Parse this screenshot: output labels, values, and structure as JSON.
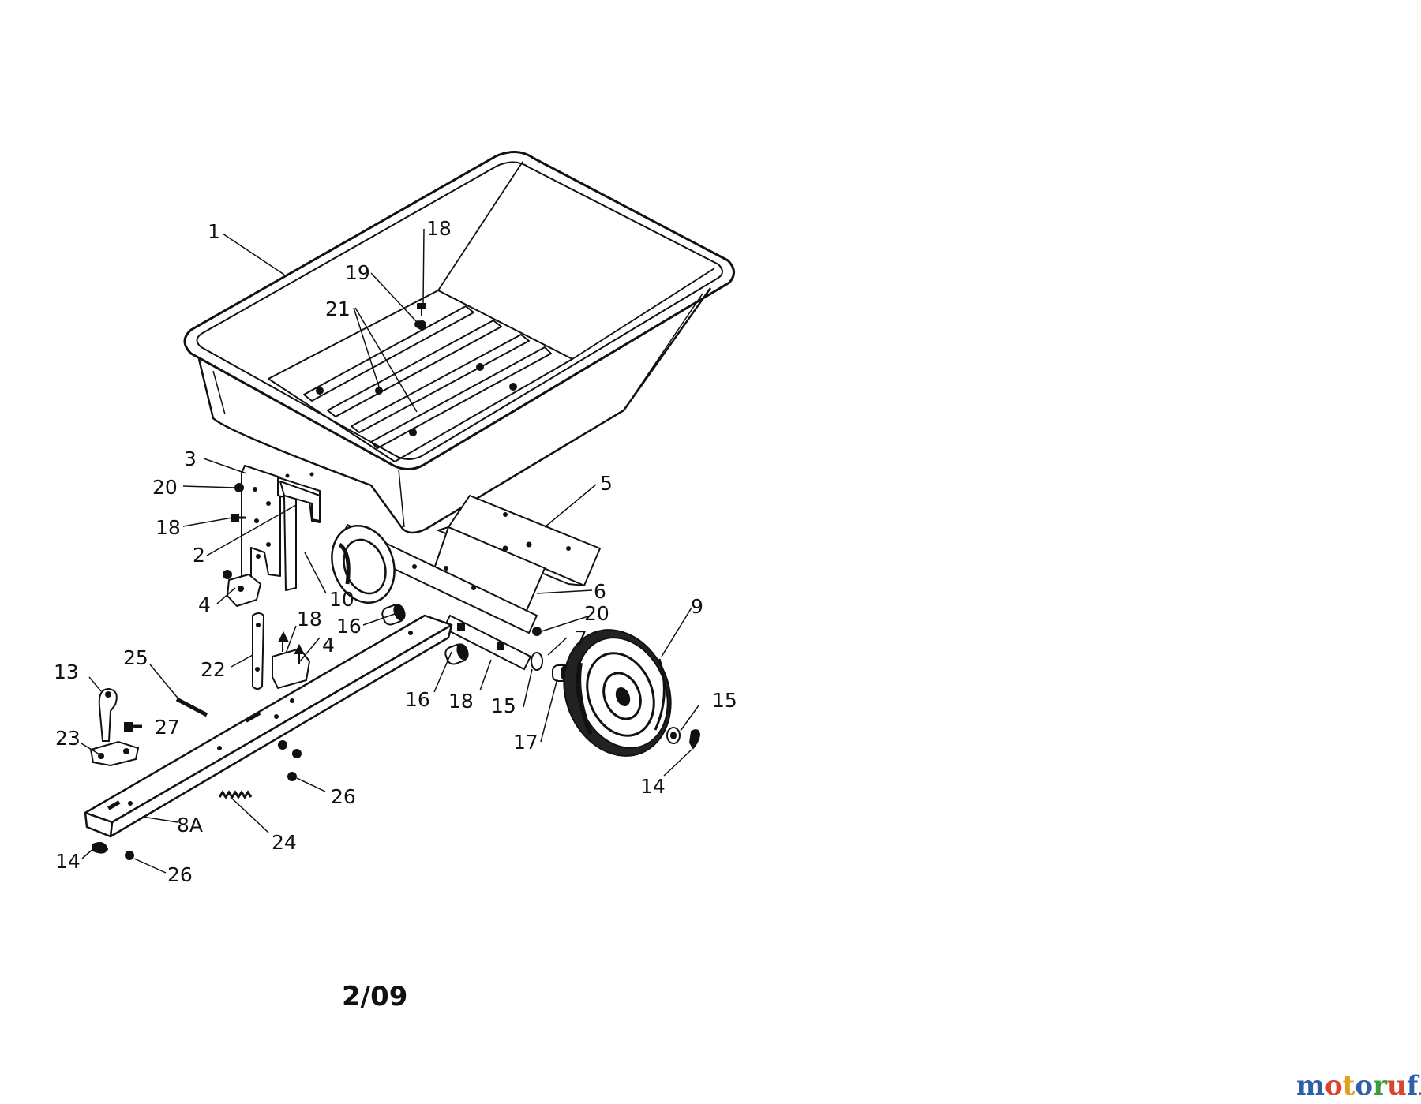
{
  "diagram": {
    "date_code": "2/09",
    "watermark": {
      "letters": [
        {
          "ch": "m",
          "color": "#2f5fa8"
        },
        {
          "ch": "o",
          "color": "#d8442f"
        },
        {
          "ch": "t",
          "color": "#e0a21c"
        },
        {
          "ch": "o",
          "color": "#2f5fa8"
        },
        {
          "ch": "r",
          "color": "#3b9b45"
        },
        {
          "ch": "u",
          "color": "#d8442f"
        },
        {
          "ch": "f",
          "color": "#2f5fa8"
        }
      ],
      "suffix": ".de",
      "suffix_color": "#555555"
    },
    "part_labels": [
      {
        "id": "p1",
        "text": "1"
      },
      {
        "id": "p18a",
        "text": "18"
      },
      {
        "id": "p19",
        "text": "19"
      },
      {
        "id": "p21",
        "text": "21"
      },
      {
        "id": "p3",
        "text": "3"
      },
      {
        "id": "p20a",
        "text": "20"
      },
      {
        "id": "p18b",
        "text": "18"
      },
      {
        "id": "p2",
        "text": "2"
      },
      {
        "id": "p5",
        "text": "5"
      },
      {
        "id": "p4a",
        "text": "4"
      },
      {
        "id": "p10",
        "text": "10"
      },
      {
        "id": "p6",
        "text": "6"
      },
      {
        "id": "p20b",
        "text": "20"
      },
      {
        "id": "p9",
        "text": "9"
      },
      {
        "id": "p18c",
        "text": "18"
      },
      {
        "id": "p16a",
        "text": "16"
      },
      {
        "id": "p4b",
        "text": "4"
      },
      {
        "id": "p7",
        "text": "7"
      },
      {
        "id": "p13",
        "text": "13"
      },
      {
        "id": "p25",
        "text": "25"
      },
      {
        "id": "p22",
        "text": "22"
      },
      {
        "id": "p16b",
        "text": "16"
      },
      {
        "id": "p18d",
        "text": "18"
      },
      {
        "id": "p15a",
        "text": "15"
      },
      {
        "id": "p15b",
        "text": "15"
      },
      {
        "id": "p27",
        "text": "27"
      },
      {
        "id": "p23",
        "text": "23"
      },
      {
        "id": "p17",
        "text": "17"
      },
      {
        "id": "p14a",
        "text": "14"
      },
      {
        "id": "p26a",
        "text": "26"
      },
      {
        "id": "p8a",
        "text": "8A"
      },
      {
        "id": "p24",
        "text": "24"
      },
      {
        "id": "p14b",
        "text": "14"
      },
      {
        "id": "p26b",
        "text": "26"
      }
    ]
  }
}
